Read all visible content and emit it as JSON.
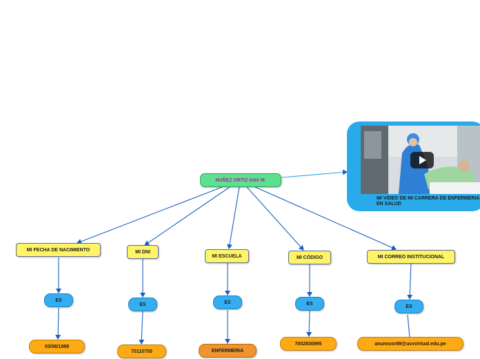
{
  "root": {
    "label": "NUÑEZ ORTIZ ANA M."
  },
  "video": {
    "caption": "MI VIDEO DE MI CARRERA DE ENFERMERIA EN SALUD"
  },
  "branches": [
    {
      "label": "MI FECHA DE NACIMIENTO",
      "link": "ES",
      "value": "03/08/1989"
    },
    {
      "label": "MI DNI",
      "link": "ES",
      "value": "70110755"
    },
    {
      "label": "MI ESCUELA",
      "link": "ES",
      "value": "ENFERMERIA"
    },
    {
      "label": "MI CÓDIGO",
      "link": "ES",
      "value": "7002830995"
    },
    {
      "label": "MI CORREO INSTITUCIONAL",
      "link": "ES",
      "value": "anunezor89@ucvvirtual.edu.pe"
    }
  ]
}
